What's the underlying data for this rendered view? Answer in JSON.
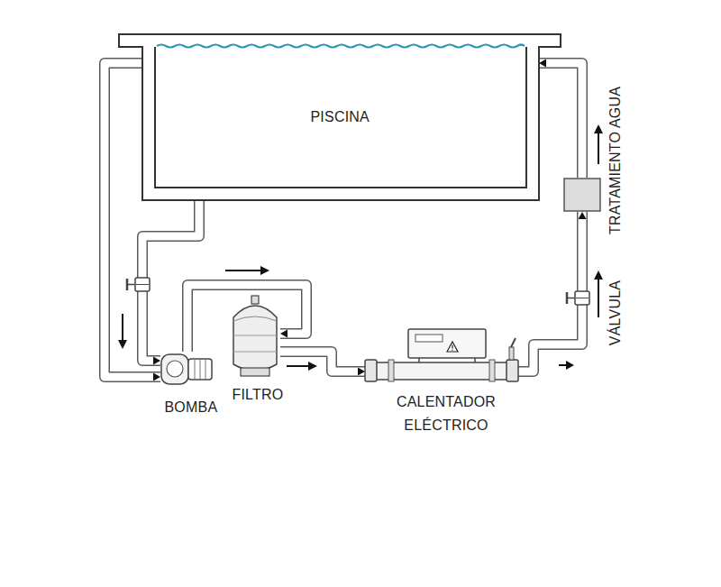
{
  "diagram": {
    "nodes": [
      {
        "text": [
          "PISCINA"
        ]
      },
      {
        "text": [
          "BOMBA"
        ]
      },
      {
        "text": [
          "FILTRO"
        ]
      },
      {
        "text": [
          "CALENTADOR ELÉCTRICO"
        ]
      },
      {
        "text": [
          "TRATAMIENTO AGUA"
        ]
      }
    ],
    "edges": [
      {
        "from": 0,
        "to": 1,
        "arrow": "to"
      },
      {
        "from": 0,
        "to": 1,
        "arrow": "to"
      },
      {
        "from": 1,
        "to": 2,
        "arrow": "to"
      },
      {
        "from": 2,
        "to": 3,
        "arrow": "to"
      },
      {
        "from": 3,
        "to": 4,
        "arrow": "to"
      },
      {
        "from": 4,
        "to": 0,
        "arrow": "to"
      }
    ],
    "labels": [
      "VÁLVULA"
    ]
  }
}
